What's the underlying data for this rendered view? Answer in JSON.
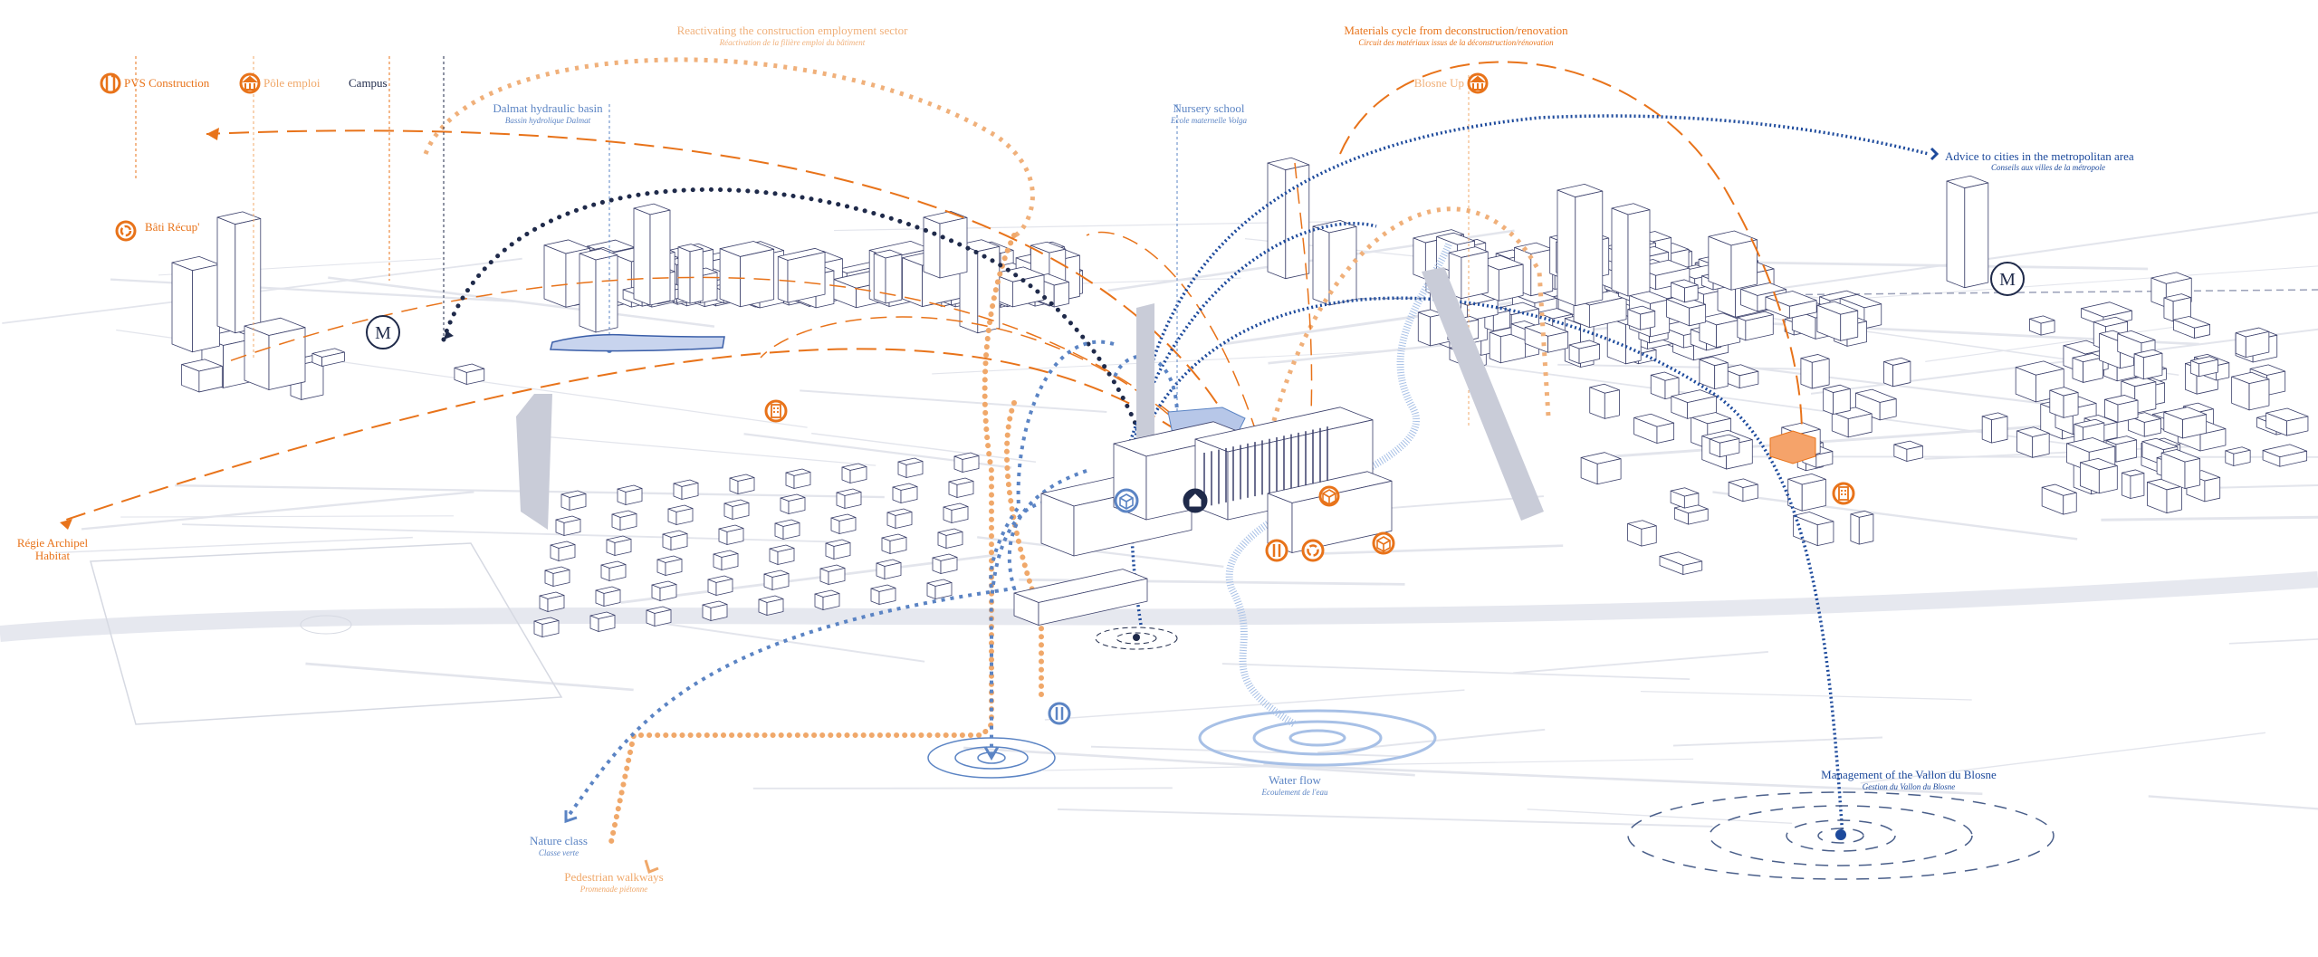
{
  "colors": {
    "orange": "#e8731a",
    "light_orange": "#f0a86a",
    "navy": "#1f2a4a",
    "blue": "#5b84c4",
    "deep_blue": "#1d4a9c",
    "building_stroke": "#3a3f6a",
    "ground": "#e6e8ee"
  },
  "labels": {
    "reactivating": {
      "title": "Reactivating the construction employment sector",
      "subtitle": "Réactivation de la filière emploi du bâtiment"
    },
    "pvs": {
      "title": "PVS Construction",
      "icon": "tools-icon"
    },
    "pole_emploi": {
      "title": "Pôle emploi",
      "icon": "institution-icon"
    },
    "campus": {
      "title": "Campus"
    },
    "dalmat": {
      "title": "Dalmat hydraulic basin",
      "subtitle": "Bassin hydrolique Dalmat"
    },
    "nursery": {
      "title": "Nursery school",
      "subtitle": "Ecole maternelle Volga"
    },
    "materials": {
      "title": "Materials cycle from deconstruction/renovation",
      "subtitle": "Circuit des matériaux issus de la déconstruction/rénovation"
    },
    "blosne_up": {
      "title": "Blosne Up",
      "icon": "institution-icon"
    },
    "advice": {
      "title": "Advice to cities in the metropolitan area",
      "subtitle": "Conseils aux villes de la métropole"
    },
    "bati_recup": {
      "title": "Bâti Récup'",
      "icon": "recycle-icon"
    },
    "regie": {
      "line1": "Régie Archipel",
      "line2": "Habitat"
    },
    "nature_class": {
      "title": "Nature class",
      "subtitle": "Classe verte"
    },
    "pedestrian": {
      "title": "Pedestrian walkways",
      "subtitle": "Promenade piétonne"
    },
    "water_flow": {
      "title": "Water flow",
      "subtitle": "Ecoulement de l'eau"
    },
    "management": {
      "title": "Management of the Vallon du Blosne",
      "subtitle": "Gestion du Vallon du Blosne"
    }
  },
  "metro": {
    "letter": "M"
  }
}
